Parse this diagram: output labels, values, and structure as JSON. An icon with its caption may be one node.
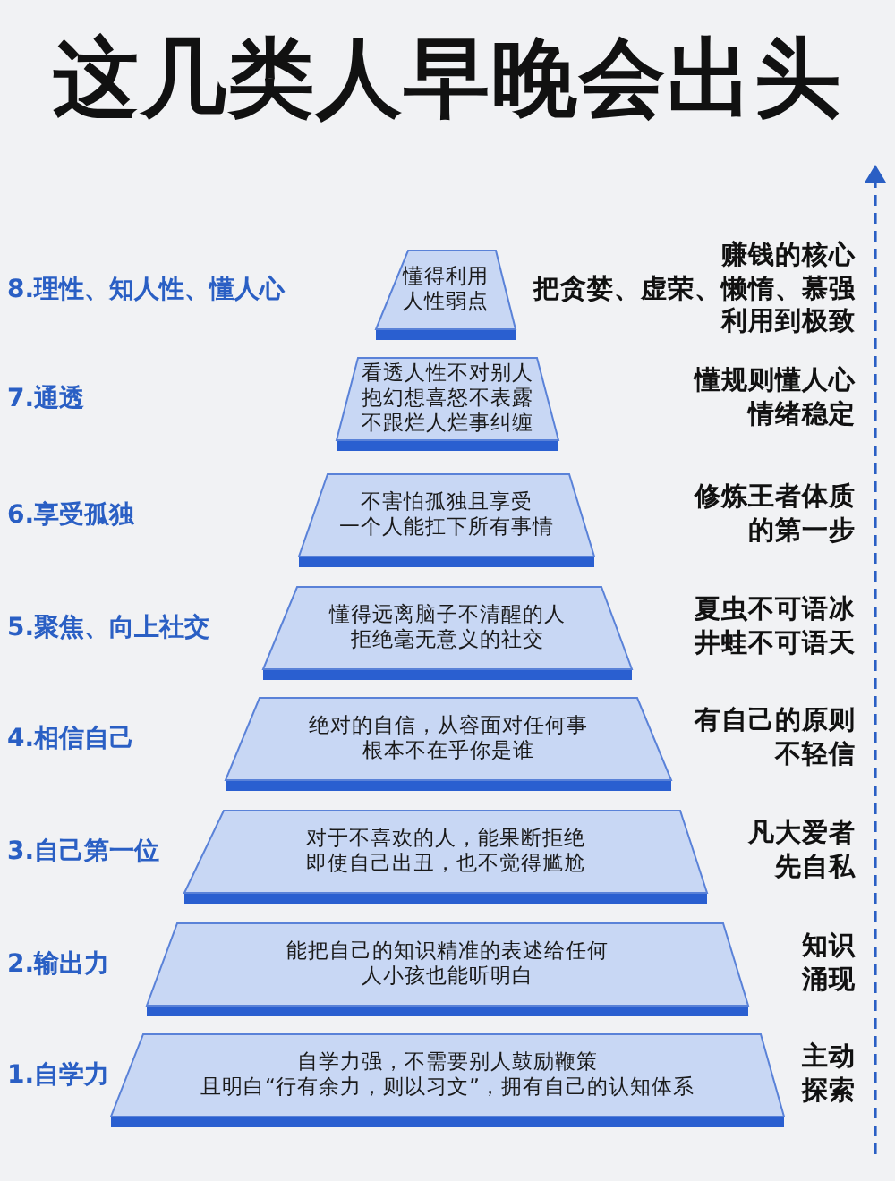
{
  "diagram": {
    "title": "这几类人早晚会出头",
    "nodes": [
      {
        "text": [
          "懂得利用人性弱点"
        ]
      },
      {
        "text": [
          "看透人性不对别人抱幻想喜怒不表露不跟烂人烂事纠缠"
        ]
      },
      {
        "text": [
          "不害怕孤独且享受",
          "一个人能扛下所有事情"
        ]
      },
      {
        "text": [
          "懂得远离脑子不清醒的人拒绝毫无意义的社交"
        ]
      },
      {
        "text": [
          "绝对的自信，从容面对任何事根本不在乎你是谁"
        ]
      },
      {
        "text": [
          "对于不喜欢的人，能果断拒绝即使自己出丑，也不觉得尴尬"
        ]
      },
      {
        "text": [
          "能把自己的知识精准的表述给任何人小孩也能听明白"
        ]
      },
      {
        "text": [
          "自学力强，不需要别人鼓励鞭策",
          "且明白“行有余力，则以习文”，拥有自己的认知体系"
        ]
      }
    ],
    "labels": [
      "8.理性、知人性、懂人心",
      "赚钱的核心",
      "把贪婪、虚荣、懒惰、慕强利用到极致",
      "7.通透",
      "懂规则懂人心情绪稳定",
      "6.享受孤独",
      "修炼王者体质的第一步",
      "5.聚焦、向上社交",
      "夏虫不可语冰井蛙不可语天",
      "4.相信自己",
      "有自己的原则不轻信",
      "3.自己第一位",
      "凡大爱者先自私",
      "2.输出力",
      "知识涌现",
      "1.自学力",
      "主动探索"
    ]
  }
}
